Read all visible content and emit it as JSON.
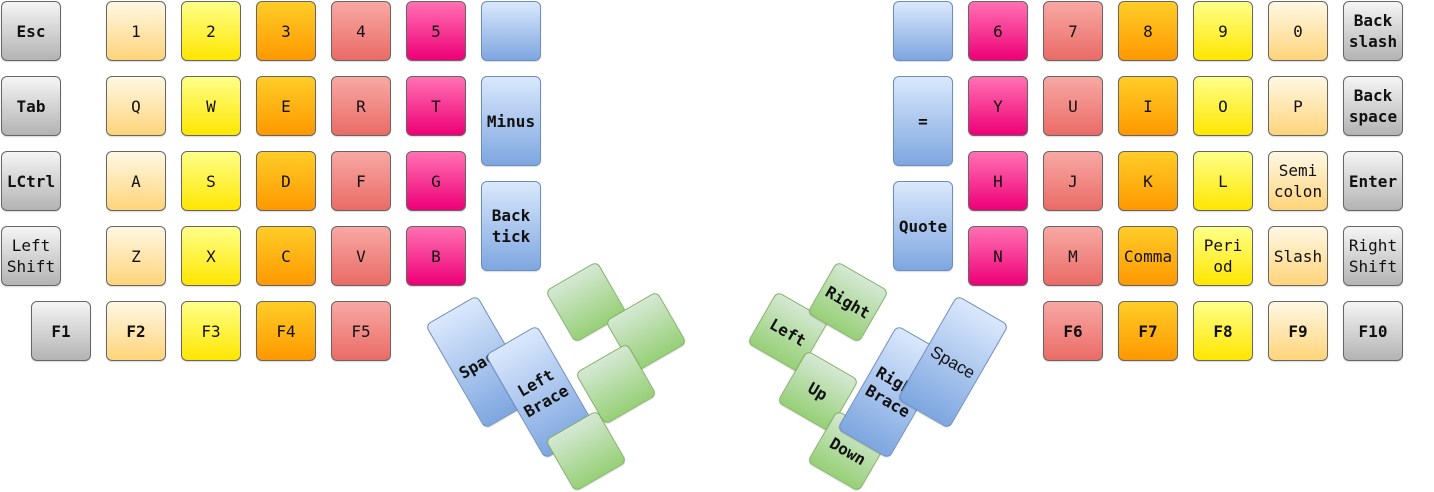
{
  "colors": {
    "gray": [
      "#f5f5f5",
      "#b3b3b3"
    ],
    "paleorange": [
      "#fff8e4",
      "#ffd47a"
    ],
    "yellow": [
      "#ffff88",
      "#ffe600"
    ],
    "orange": [
      "#ffcd28",
      "#ff9800"
    ],
    "red": [
      "#f8a8a4",
      "#ea6b66"
    ],
    "pink": [
      "#ff71b3",
      "#ee0077"
    ],
    "blue": [
      "#dae8fc",
      "#7ea6e0"
    ],
    "green": [
      "#d5e8d4",
      "#97d077"
    ]
  },
  "left_keys": [
    {
      "label": "Esc",
      "color": "gray",
      "bold": true
    },
    {
      "label": "1",
      "color": "paleorange"
    },
    {
      "label": "2",
      "color": "yellow"
    },
    {
      "label": "3",
      "color": "orange"
    },
    {
      "label": "4",
      "color": "red"
    },
    {
      "label": "5",
      "color": "pink"
    },
    {
      "label": "",
      "color": "blue"
    },
    {
      "label": "Tab",
      "color": "gray",
      "bold": true
    },
    {
      "label": "Q",
      "color": "paleorange"
    },
    {
      "label": "W",
      "color": "yellow"
    },
    {
      "label": "E",
      "color": "orange"
    },
    {
      "label": "R",
      "color": "red"
    },
    {
      "label": "T",
      "color": "pink"
    },
    {
      "label": "Minus",
      "color": "blue",
      "bold": true
    },
    {
      "label": "LCtrl",
      "color": "gray",
      "bold": true
    },
    {
      "label": "A",
      "color": "paleorange"
    },
    {
      "label": "S",
      "color": "yellow"
    },
    {
      "label": "D",
      "color": "orange"
    },
    {
      "label": "F",
      "color": "red"
    },
    {
      "label": "G",
      "color": "pink"
    },
    {
      "label": "Back\ntick",
      "color": "blue",
      "bold": true
    },
    {
      "label": "Left\nShift",
      "color": "gray"
    },
    {
      "label": "Z",
      "color": "paleorange"
    },
    {
      "label": "X",
      "color": "yellow"
    },
    {
      "label": "C",
      "color": "orange"
    },
    {
      "label": "V",
      "color": "red"
    },
    {
      "label": "B",
      "color": "pink"
    },
    {
      "label": "F1",
      "color": "gray",
      "bold": true
    },
    {
      "label": "F2",
      "color": "paleorange",
      "bold": true
    },
    {
      "label": "F3",
      "color": "yellow"
    },
    {
      "label": "F4",
      "color": "orange"
    },
    {
      "label": "F5",
      "color": "red"
    }
  ],
  "left_thumb": [
    {
      "label": "Space",
      "color": "blue",
      "bold": true
    },
    {
      "label": "Left\nBrace",
      "color": "blue",
      "bold": true
    },
    {
      "label": "",
      "color": "green"
    },
    {
      "label": "",
      "color": "green"
    },
    {
      "label": "",
      "color": "green"
    },
    {
      "label": "",
      "color": "green"
    }
  ],
  "right_keys": [
    {
      "label": "",
      "color": "blue"
    },
    {
      "label": "6",
      "color": "pink"
    },
    {
      "label": "7",
      "color": "red"
    },
    {
      "label": "8",
      "color": "orange"
    },
    {
      "label": "9",
      "color": "yellow"
    },
    {
      "label": "0",
      "color": "paleorange"
    },
    {
      "label": "Back\nslash",
      "color": "gray",
      "bold": true
    },
    {
      "label": "=",
      "color": "blue",
      "bold": true
    },
    {
      "label": "Y",
      "color": "pink"
    },
    {
      "label": "U",
      "color": "red"
    },
    {
      "label": "I",
      "color": "orange"
    },
    {
      "label": "O",
      "color": "yellow"
    },
    {
      "label": "P",
      "color": "paleorange"
    },
    {
      "label": "Back\nspace",
      "color": "gray",
      "bold": true
    },
    {
      "label": "H",
      "color": "pink"
    },
    {
      "label": "J",
      "color": "red"
    },
    {
      "label": "K",
      "color": "orange"
    },
    {
      "label": "L",
      "color": "yellow"
    },
    {
      "label": "Semi\ncolon",
      "color": "paleorange"
    },
    {
      "label": "Enter",
      "color": "gray",
      "bold": true
    },
    {
      "label": "Quote",
      "color": "blue",
      "bold": true
    },
    {
      "label": "N",
      "color": "pink"
    },
    {
      "label": "M",
      "color": "red"
    },
    {
      "label": "Comma",
      "color": "orange"
    },
    {
      "label": "Peri\nod",
      "color": "yellow"
    },
    {
      "label": "Slash",
      "color": "paleorange"
    },
    {
      "label": "Right\nShift",
      "color": "gray"
    },
    {
      "label": "F6",
      "color": "red",
      "bold": true
    },
    {
      "label": "F7",
      "color": "orange",
      "bold": true
    },
    {
      "label": "F8",
      "color": "yellow",
      "bold": true
    },
    {
      "label": "F9",
      "color": "paleorange",
      "bold": true
    },
    {
      "label": "F10",
      "color": "gray",
      "bold": true
    }
  ],
  "right_thumb": [
    {
      "label": "Left",
      "color": "green",
      "bold": true
    },
    {
      "label": "Right",
      "color": "green",
      "bold": true
    },
    {
      "label": "Up",
      "color": "green",
      "bold": true
    },
    {
      "label": "Down",
      "color": "green",
      "bold": true
    },
    {
      "label": "Right\nBrace",
      "color": "blue",
      "bold": true
    },
    {
      "label": "Space",
      "color": "blue",
      "sans": true
    }
  ]
}
